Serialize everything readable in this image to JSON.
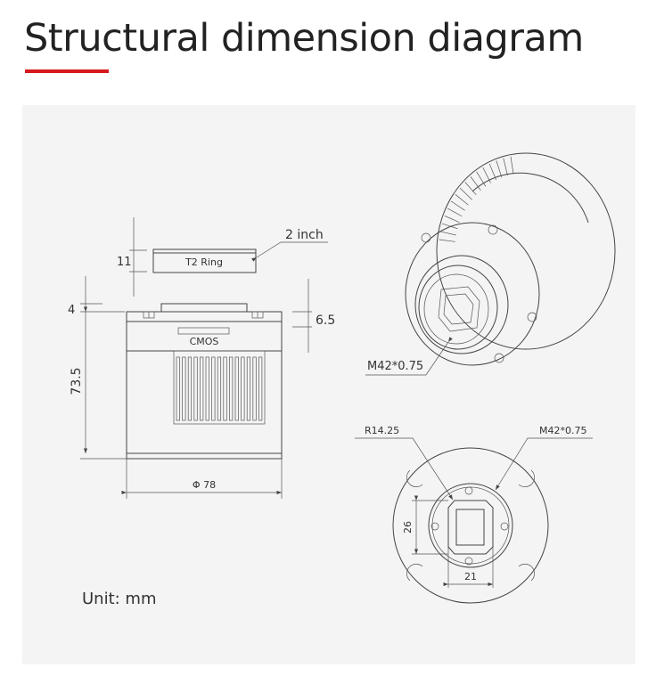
{
  "title": "Structural dimension diagram",
  "colors": {
    "accent": "#d7191e",
    "panel": "#f4f4f4"
  },
  "front_view": {
    "t2_ring_label": "T2 Ring",
    "t2_ring_height": "11",
    "filter_size": "2 inch",
    "top_dim": "4",
    "height_dim": "73.5",
    "sensor_depth": "6.5",
    "sensor_label": "CMOS",
    "diameter": "Φ 78"
  },
  "iso_view": {
    "thread_label": "M42*0.75"
  },
  "bottom_view": {
    "radius_label": "R14.25",
    "thread_label": "M42*0.75",
    "height_dim": "26",
    "width_dim": "21"
  },
  "unit_label": "Unit: mm"
}
